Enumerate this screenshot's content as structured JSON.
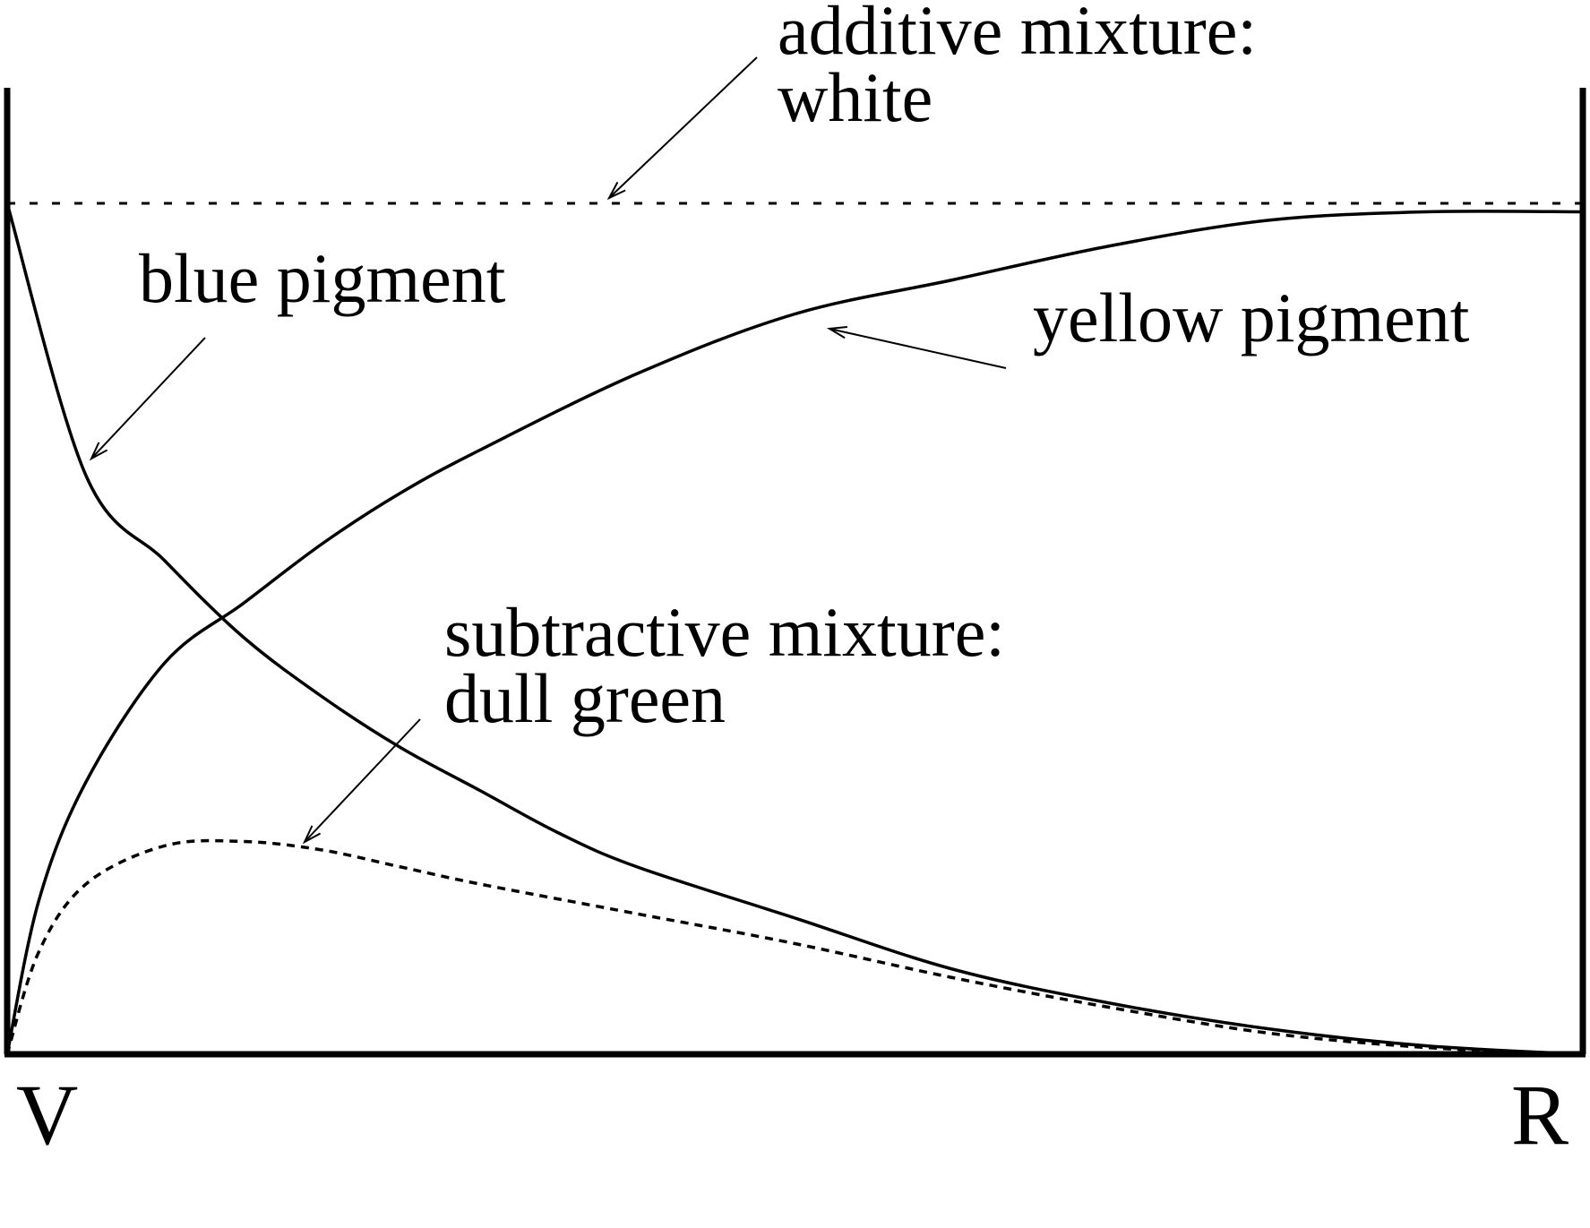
{
  "chart_data": {
    "type": "line",
    "title": "",
    "xlabel": "",
    "ylabel": "",
    "grid": false,
    "x_tick_labels": [
      "V",
      "R"
    ],
    "xlim": [
      0,
      1
    ],
    "ylim": [
      0,
      1
    ],
    "reference_lines": [
      {
        "label": "additive mixture: white",
        "y": 1.0,
        "style": "dotted"
      }
    ],
    "series": [
      {
        "name": "blue pigment",
        "style": "solid",
        "x": [
          0,
          0.05,
          0.1,
          0.15,
          0.2,
          0.25,
          0.3,
          0.35,
          0.4,
          0.5,
          0.6,
          0.7,
          0.8,
          0.9,
          1.0
        ],
        "y": [
          1.0,
          0.68,
          0.58,
          0.49,
          0.42,
          0.36,
          0.31,
          0.26,
          0.22,
          0.16,
          0.1,
          0.06,
          0.03,
          0.01,
          0.0
        ]
      },
      {
        "name": "yellow pigment",
        "style": "solid",
        "x": [
          0,
          0.02,
          0.05,
          0.1,
          0.15,
          0.2,
          0.25,
          0.3,
          0.4,
          0.5,
          0.6,
          0.7,
          0.8,
          0.9,
          1.0
        ],
        "y": [
          0.0,
          0.18,
          0.32,
          0.46,
          0.53,
          0.6,
          0.66,
          0.71,
          0.8,
          0.87,
          0.91,
          0.95,
          0.98,
          0.99,
          0.99
        ]
      },
      {
        "name": "subtractive mixture: dull green",
        "style": "dashed",
        "x": [
          0,
          0.02,
          0.05,
          0.1,
          0.15,
          0.2,
          0.25,
          0.3,
          0.4,
          0.5,
          0.6,
          0.7,
          0.8,
          0.9,
          1.0
        ],
        "y": [
          0.0,
          0.12,
          0.2,
          0.245,
          0.25,
          0.24,
          0.22,
          0.2,
          0.165,
          0.13,
          0.09,
          0.055,
          0.025,
          0.008,
          0.0
        ]
      }
    ],
    "annotations": [
      {
        "text_lines": [
          "additive mixture:",
          "white"
        ],
        "target": "reference_line"
      },
      {
        "text_lines": [
          "blue pigment"
        ],
        "target": "blue pigment"
      },
      {
        "text_lines": [
          "yellow pigment"
        ],
        "target": "yellow pigment"
      },
      {
        "text_lines": [
          "subtractive mixture:",
          "dull green"
        ],
        "target": "subtractive mixture: dull green"
      }
    ],
    "colors": {
      "line": "#000000",
      "background": "#ffffff"
    }
  }
}
